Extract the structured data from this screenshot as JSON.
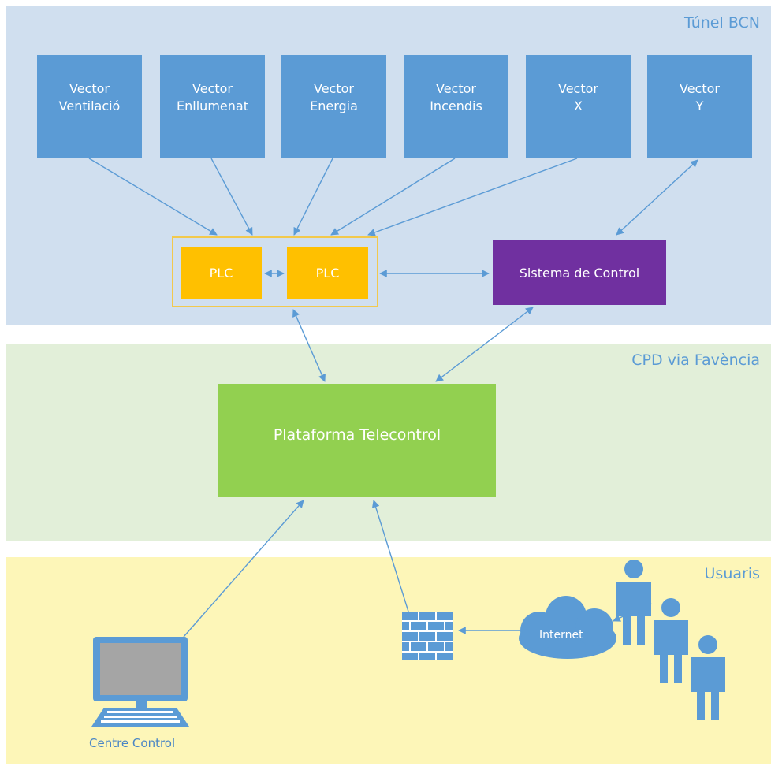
{
  "zones": {
    "tunnel": {
      "label": "Túnel BCN",
      "bg": "#d0dfef",
      "label_color": "#5b9bd5"
    },
    "cpd": {
      "label": "CPD via Favència",
      "bg": "#e2efd9",
      "label_color": "#5b9bd5"
    },
    "users": {
      "label": "Usuaris",
      "bg": "#fdf6b8",
      "label_color": "#5b9bd5"
    }
  },
  "vectors": [
    {
      "line1": "Vector",
      "line2": "Ventilació"
    },
    {
      "line1": "Vector",
      "line2": "Enllumenat"
    },
    {
      "line1": "Vector",
      "line2": "Energia"
    },
    {
      "line1": "Vector",
      "line2": "Incendis"
    },
    {
      "line1": "Vector",
      "line2": "X"
    },
    {
      "line1": "Vector",
      "line2": "Y"
    }
  ],
  "plcs": [
    "PLC",
    "PLC"
  ],
  "control_system": {
    "label": "Sistema de Control",
    "color": "#7030a0"
  },
  "platform": {
    "label": "Plataforma Telecontrol",
    "color": "#92d050"
  },
  "centre_control": {
    "label": "Centre Control"
  },
  "internet": {
    "label": "Internet"
  },
  "colors": {
    "vector": "#5b9bd5",
    "plc": "#ffc000",
    "arrow": "#5b9bd5",
    "icon": "#5b9bd5"
  }
}
